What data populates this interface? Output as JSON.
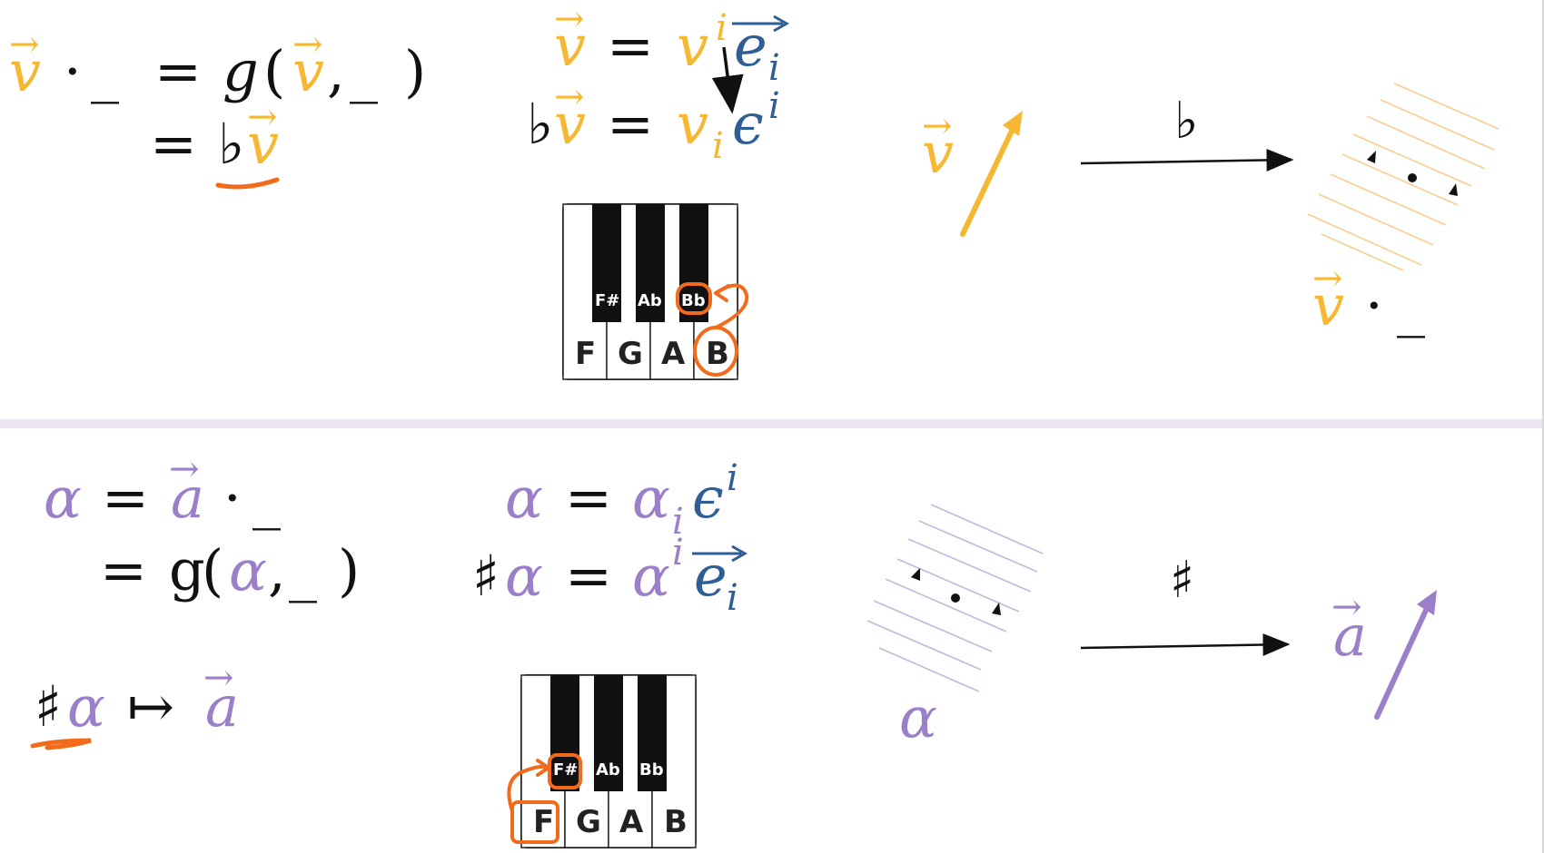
{
  "top": {
    "eq1_left_v": "v",
    "eq1_dot": "·",
    "eq1_blank": "_",
    "eq1_equals": "=",
    "eq1_g": "g",
    "eq1_open": "(",
    "eq1_v": "v",
    "eq1_comma": ",",
    "eq1_blank2": "_",
    "eq1_close": ")",
    "eq2_equals": "=",
    "eq2_flat": "♭",
    "eq2_v": "v",
    "comp1_v": "v",
    "comp1_equals": "=",
    "comp1_vi": "v",
    "comp1_sup_i": "i",
    "comp1_e": "e",
    "comp1_sub_i": "i",
    "comp2_flat": "♭",
    "comp2_v": "v",
    "comp2_equals": "=",
    "comp2_sub_i": "i",
    "comp2_eps": "ϵ",
    "comp2_sup_i": "i",
    "arrow_symbol": "♭",
    "vec_label": "v",
    "covec_label_v": "v",
    "covec_label_dot": "·",
    "covec_label_blank": "_",
    "keyboard": {
      "white_keys": [
        "F",
        "G",
        "A",
        "B"
      ],
      "black_keys": [
        "F#",
        "Ab",
        "Bb"
      ],
      "highlight_white": "B",
      "highlight_black": "Bb"
    }
  },
  "bottom": {
    "eq1_alpha": "α",
    "eq1_equals": "=",
    "eq1_a": "a",
    "eq1_dot": "·",
    "eq1_blank": "_",
    "eq2_equals": "=",
    "eq2_g": "g",
    "eq2_open": "(",
    "eq2_alpha": "α",
    "eq2_comma": ",",
    "eq2_blank": "_",
    "eq2_close": ")",
    "map_sharp": "♯",
    "map_alpha": "α",
    "map_arrow": "↦",
    "map_a": "a",
    "comp1_alpha": "α",
    "comp1_equals": "=",
    "comp1_alpha_i": "α",
    "comp1_sub_i": "i",
    "comp1_eps": "ϵ",
    "comp1_sup_i": "i",
    "comp2_sharp": "♯",
    "comp2_alpha": "α",
    "comp2_equals": "=",
    "comp2_alpha_i": "α",
    "comp2_sup_i": "i",
    "comp2_e": "e",
    "comp2_sub_i": "i",
    "arrow_symbol": "♯",
    "covec_label": "α",
    "vec_label": "a",
    "keyboard": {
      "white_keys": [
        "F",
        "G",
        "A",
        "B"
      ],
      "black_keys": [
        "F#",
        "Ab",
        "Bb"
      ],
      "highlight_white": "F",
      "highlight_black": "F#"
    }
  },
  "colors": {
    "vector_yellow": "#f6b833",
    "covector_purple": "#9b7fc8",
    "basis_blue": "#2f5d96",
    "annotation_orange": "#f26a1b",
    "divider": "#ece4ee"
  }
}
